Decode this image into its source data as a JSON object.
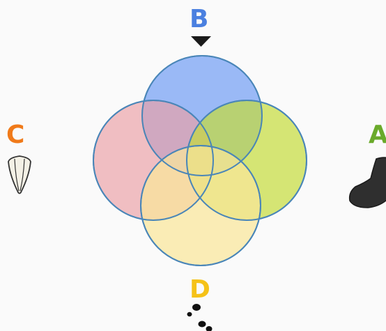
{
  "labels": {
    "a": "A",
    "b": "B",
    "c": "C",
    "d": "D"
  },
  "colors": {
    "a": "#6aaa2a",
    "b": "#4a80e0",
    "c": "#f07a1a",
    "d": "#f5c218",
    "circle_top": "#7fa6f5",
    "circle_left": "#eba0a6",
    "circle_right": "#c5dc3a",
    "circle_bottom": "#fae69a",
    "outline": "#4a86b8",
    "marker": "#1a1a1a",
    "background": "#fafafa"
  },
  "icons": {
    "b": "down-triangle-marker",
    "c": "tooth-fang",
    "a": "dark-bent-stone",
    "d": "dotted-trail"
  }
}
